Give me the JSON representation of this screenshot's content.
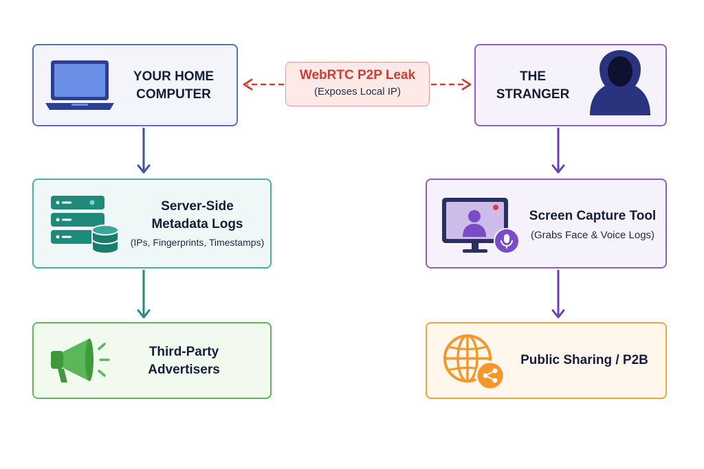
{
  "nodes": {
    "home": {
      "line1": "YOUR HOME",
      "line2": "COMPUTER"
    },
    "stranger": {
      "line1": "THE",
      "line2": "STRANGER"
    },
    "leak": {
      "title": "WebRTC P2P Leak",
      "subtitle": "(Exposes Local IP)"
    },
    "server": {
      "line1": "Server-Side",
      "line2": "Metadata Logs",
      "detail": "(IPs, Fingerprints, Timestamps)"
    },
    "capture": {
      "title": "Screen Capture Tool",
      "detail": "(Grabs Face & Voice Logs)"
    },
    "ads": {
      "line1": "Third-Party",
      "line2": "Advertisers"
    },
    "public": {
      "title": "Public Sharing / P2B"
    }
  },
  "icons": {
    "home": "laptop-icon",
    "stranger": "hooded-figure-icon",
    "server": "server-database-icon",
    "capture": "screen-capture-mic-icon",
    "ads": "megaphone-icon",
    "public": "globe-share-icon"
  },
  "colors": {
    "leak": "#d23a33",
    "home": "#5a6fbf",
    "stranger": "#8a5dc9",
    "server": "#4aaea8",
    "ads": "#62b55b",
    "public": "#f2a33c"
  }
}
